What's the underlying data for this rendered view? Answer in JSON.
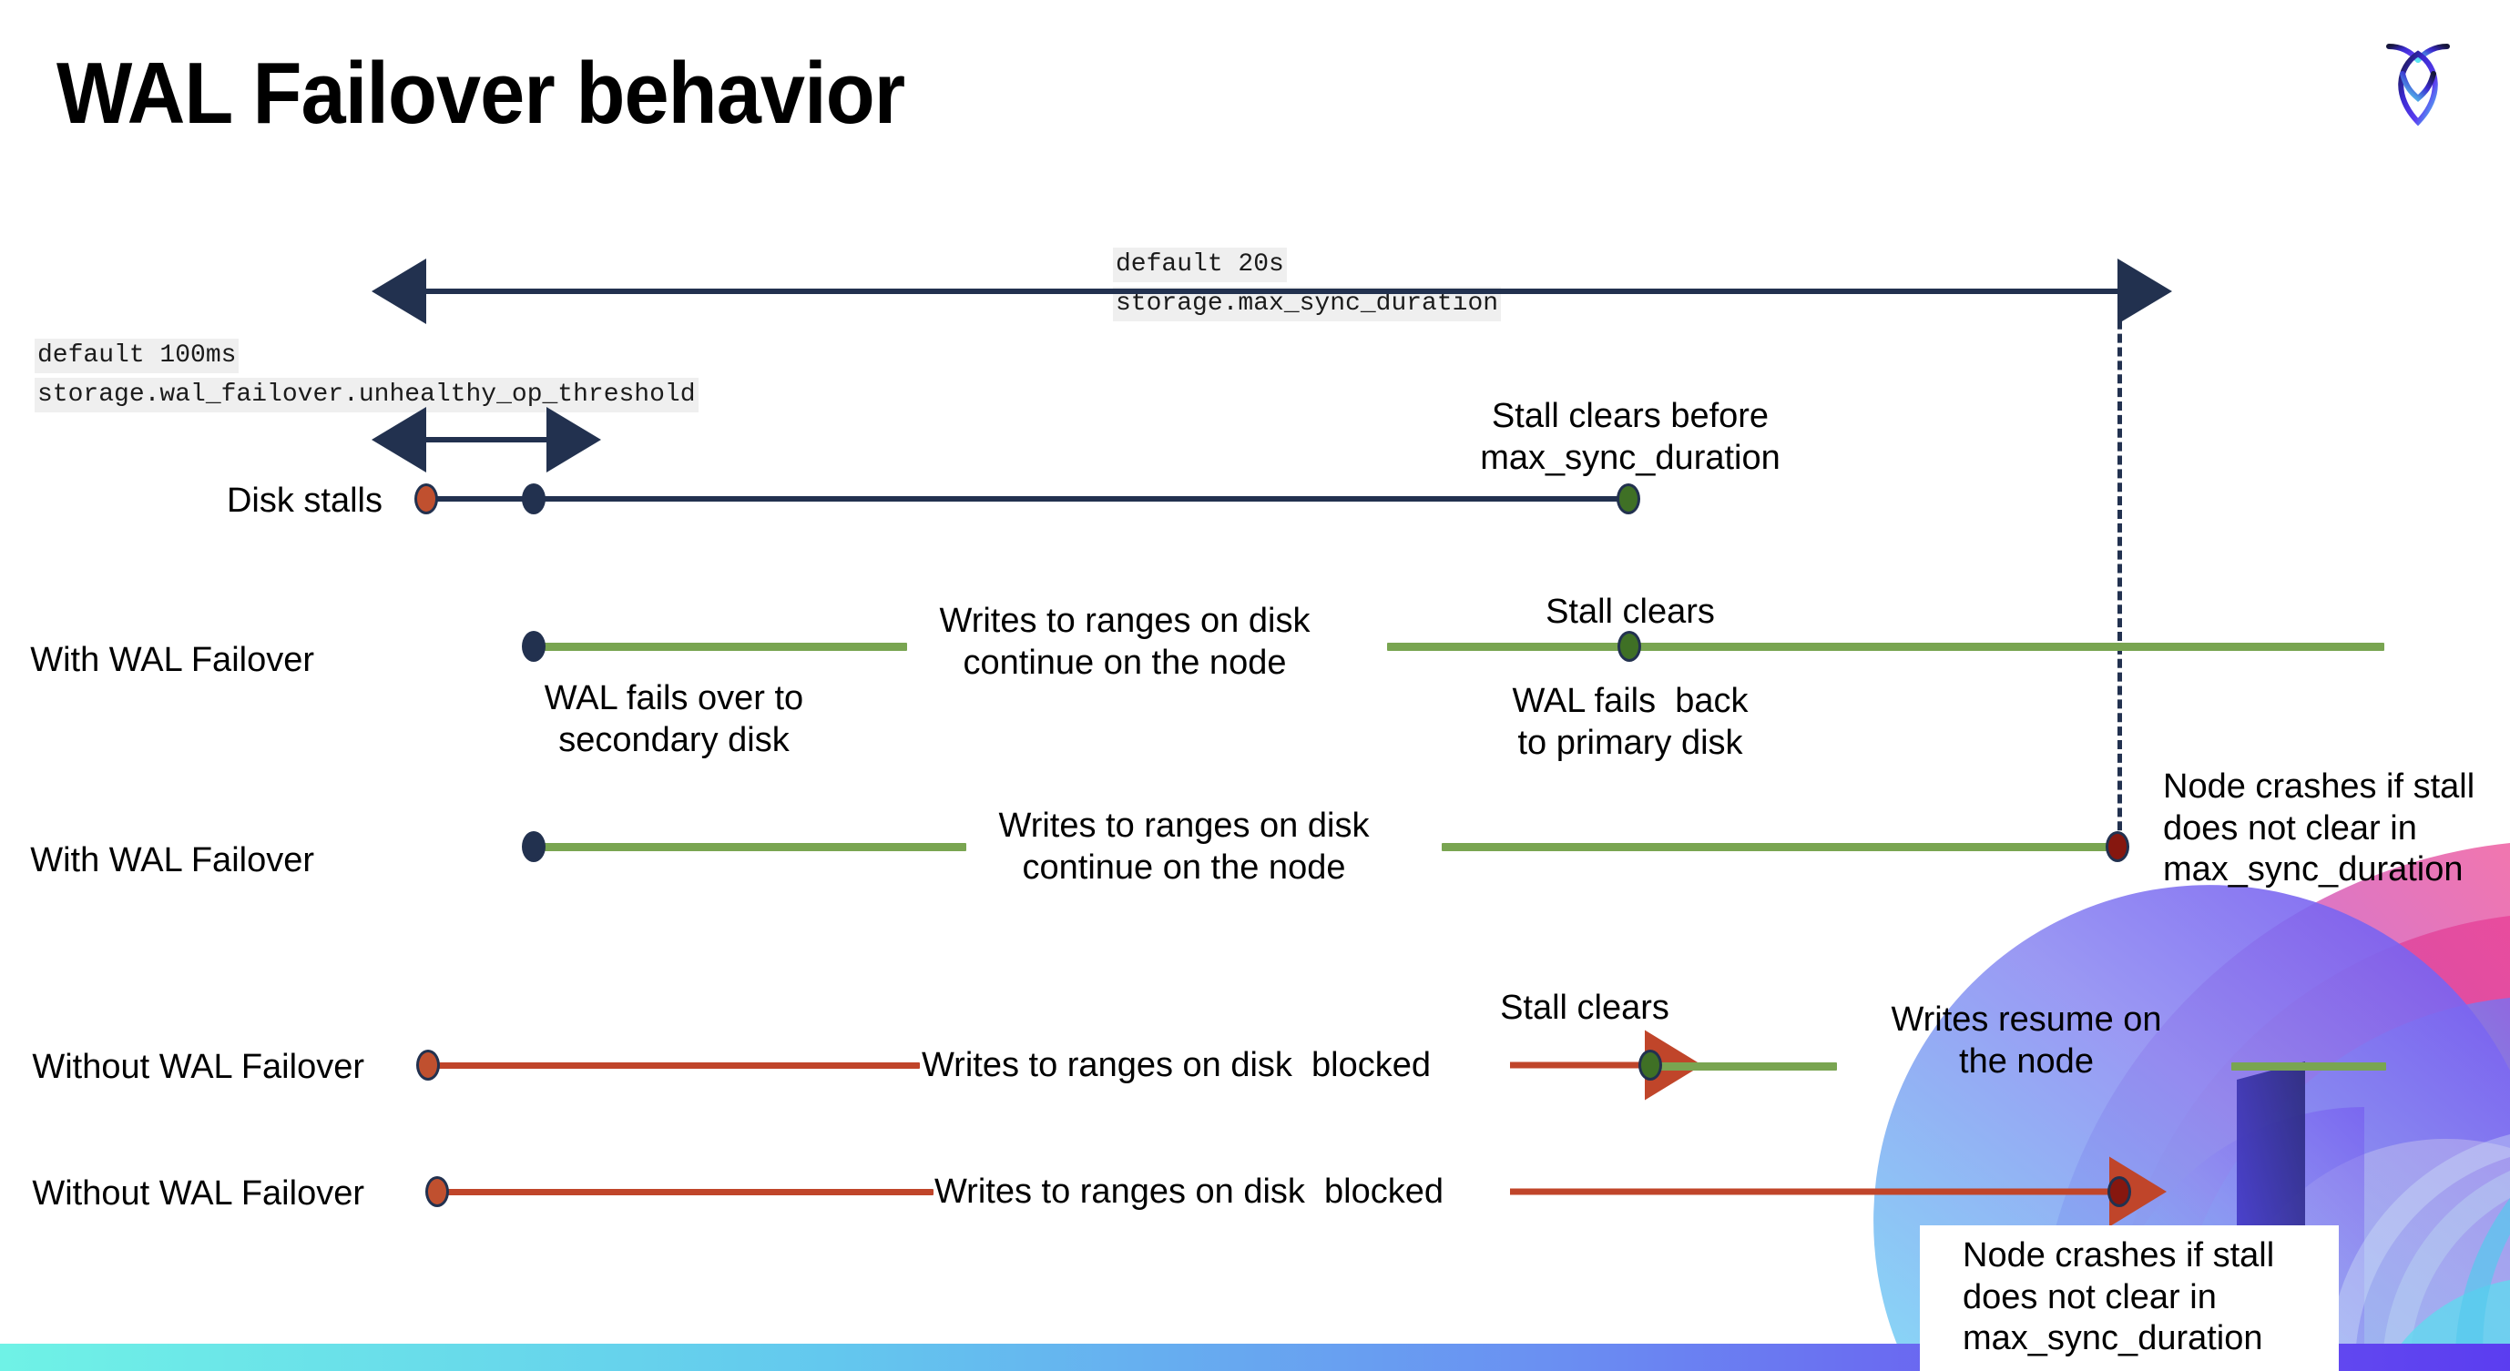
{
  "slide": {
    "title": "WAL Failover behavior",
    "logo_name": "cockroachdb-logo"
  },
  "colors": {
    "navy": "#22314f",
    "green_line": "#79a551",
    "green_dot": "#3f7025",
    "red_line": "#c0452a",
    "orange_dot": "#c0502f",
    "dark_red_dot": "#86170f",
    "chip_bg": "#efefef",
    "bar_gradient_start": "#6ff2e6",
    "bar_gradient_end": "#5b3df0"
  },
  "settings": {
    "max_sync": {
      "default_label": "default 20s",
      "name": "storage.max_sync_duration"
    },
    "unhealthy_op": {
      "default_label": "default 100ms",
      "name": "storage.wal_failover.unhealthy_op_threshold"
    }
  },
  "rows": [
    {
      "id": "disk-stalls",
      "name": "Disk stalls",
      "annotation": "Stall clears before\nmax_sync_duration"
    },
    {
      "id": "with-wal-failover-clears",
      "name": "With WAL Failover",
      "start_note": "WAL fails over to\nsecondary disk",
      "mid_note": "Writes to ranges on disk\ncontinue on the node",
      "clear_note": "Stall clears",
      "end_note": "WAL fails  back\nto primary disk"
    },
    {
      "id": "with-wal-failover-crash",
      "name": "With WAL Failover",
      "mid_note": "Writes to ranges on disk\ncontinue on the node",
      "crash_note": "Node crashes if stall\ndoes not clear in\nmax_sync_duration"
    },
    {
      "id": "without-wal-failover-clears",
      "name": "Without WAL Failover",
      "mid_note": "Writes to ranges on disk  blocked",
      "clear_note": "Stall clears",
      "resume_note": "Writes resume on\nthe node"
    },
    {
      "id": "without-wal-failover-crash",
      "name": "Without WAL Failover",
      "mid_note": "Writes to ranges on disk  blocked",
      "crash_note": "Node crashes if stall\ndoes not clear in\nmax_sync_duration"
    }
  ]
}
